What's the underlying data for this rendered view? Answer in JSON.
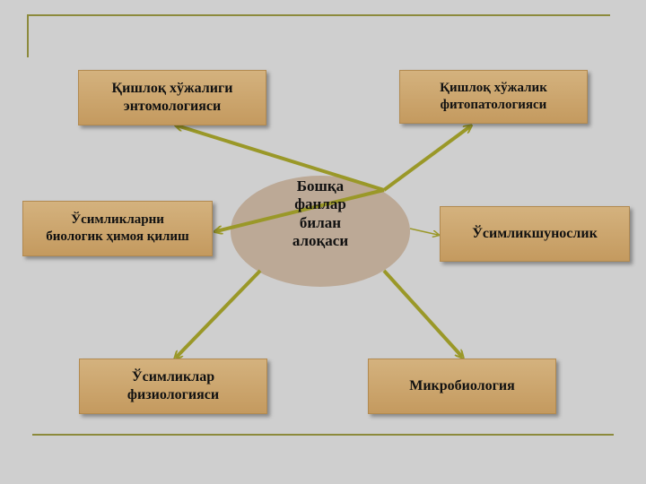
{
  "title": "",
  "center": {
    "lines": [
      "Бошқа",
      "фанлар",
      "билан",
      "алоқаси"
    ]
  },
  "nodes": {
    "entomology": [
      "Қишлоқ хўжалиги",
      "энтомологияси"
    ],
    "phytopathology": [
      "Қишлоқ хўжалик",
      "фитопатологияси"
    ],
    "bioprotection": [
      "Ўсимликларни",
      "биологик ҳимоя қилиш"
    ],
    "plantscience": [
      "Ўсимликшунослик"
    ],
    "physiology": [
      "Ўсимликлар",
      "физиологияси"
    ],
    "microbiology": [
      "Микробиология"
    ]
  },
  "colors": {
    "background": "#cfcfcf",
    "box": "#c9a46a",
    "ellipse": "#bca996",
    "arrow": "#9a9828",
    "rule": "#8c8a3c"
  }
}
